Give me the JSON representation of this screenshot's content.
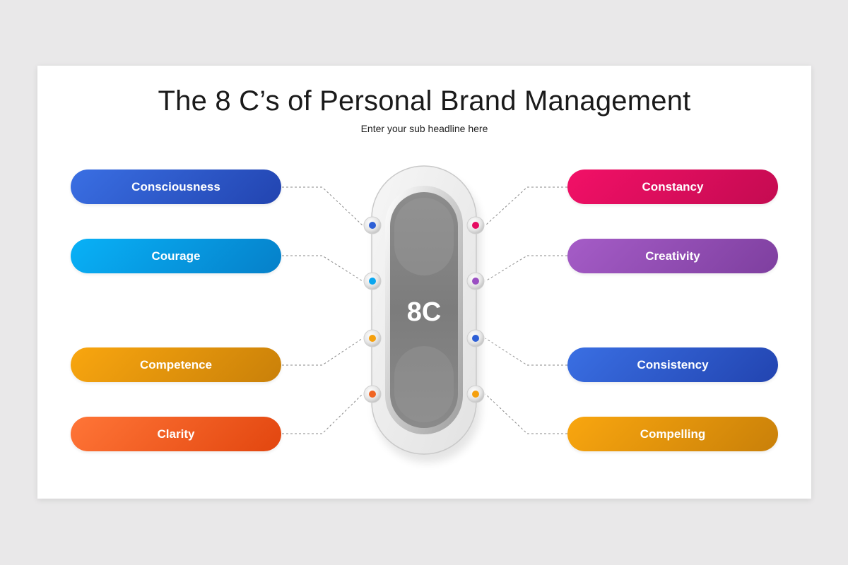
{
  "header": {
    "title": "The 8 C’s of Personal Brand Management",
    "subtitle": "Enter your sub headline here"
  },
  "center": {
    "label": "8C"
  },
  "items": {
    "left": [
      {
        "label": "Consciousness",
        "dot_color": "#2d5fd6"
      },
      {
        "label": "Courage",
        "dot_color": "#0aa6ef"
      },
      {
        "label": "Competence",
        "dot_color": "#f5a00d"
      },
      {
        "label": "Clarity",
        "dot_color": "#f06422"
      }
    ],
    "right": [
      {
        "label": "Constancy",
        "dot_color": "#e60c62"
      },
      {
        "label": "Creativity",
        "dot_color": "#9a4fc2"
      },
      {
        "label": "Consistency",
        "dot_color": "#2d5fd6"
      },
      {
        "label": "Compelling",
        "dot_color": "#f5a00d"
      }
    ]
  }
}
